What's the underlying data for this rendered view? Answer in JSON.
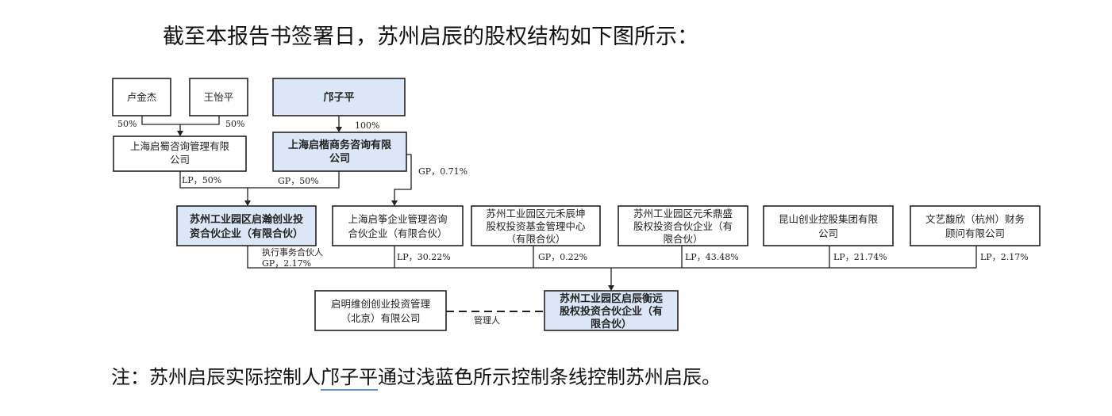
{
  "heading": "截至本报告书签署日，苏州启辰的股权结构如下图所示：",
  "note": {
    "prefix": "注：苏州启辰实际控制人",
    "controller": "邝子平",
    "suffix": "通过浅蓝色所示控制条线控制苏州启辰。"
  },
  "nodes": {
    "lu_jinjie": [
      "卢金杰"
    ],
    "wang_yiping": [
      "王怡平"
    ],
    "kuang_ziping": [
      "邝子平"
    ],
    "shanghai_qishu": [
      "上海启蜀咨询管理有限",
      "公司"
    ],
    "shanghai_qikai": [
      "上海启楷商务咨询有限",
      "公司"
    ],
    "suzhou_qihan": [
      "苏州工业园区启瀚创业投",
      "资合伙企业（有限合伙）"
    ],
    "shanghai_qizheng": [
      "上海启筝企业管理咨询",
      "合伙企业（有限合伙）"
    ],
    "yuanhe_chenkun": [
      "苏州工业园区元禾辰坤",
      "股权投资基金管理中心",
      "（有限合伙）"
    ],
    "yuanhe_dingsheng": [
      "苏州工业园区元禾鼎盛",
      "股权投资合伙企业（有",
      "限合伙）"
    ],
    "kunshan": [
      "昆山创业控股集团有限",
      "公司"
    ],
    "wenyi_fuxin": [
      "文艺馥欣（杭州）财务",
      "顾问有限公司"
    ],
    "qiming_beijing": [
      "启明维创创业投资管理",
      "（北京）有限公司"
    ],
    "suzhou_qichen": [
      "苏州工业园区启辰衡远",
      "股权投资合伙企业（有",
      "限合伙）"
    ]
  },
  "edge_labels": {
    "lu_pct": "50%",
    "wang_pct": "50%",
    "kuang_pct": "100%",
    "qishu_lp": "LP，50%",
    "qikai_gp": "GP，50%",
    "qikai_to_qizheng_gp": "GP，0.71%",
    "qihan_role": "执行事务合伙人",
    "qihan_gp": "GP，2.17%",
    "qizheng_lp": "LP，30.22%",
    "chenkun_gp": "GP，0.22%",
    "dingsheng_lp": "LP，43.48%",
    "kunshan_lp": "LP，21.74%",
    "wenyi_lp": "LP，2.17%",
    "manager": "管理人"
  },
  "colors": {
    "highlight_fill": "#dbe7f7",
    "underline": "#5b8fd6"
  }
}
